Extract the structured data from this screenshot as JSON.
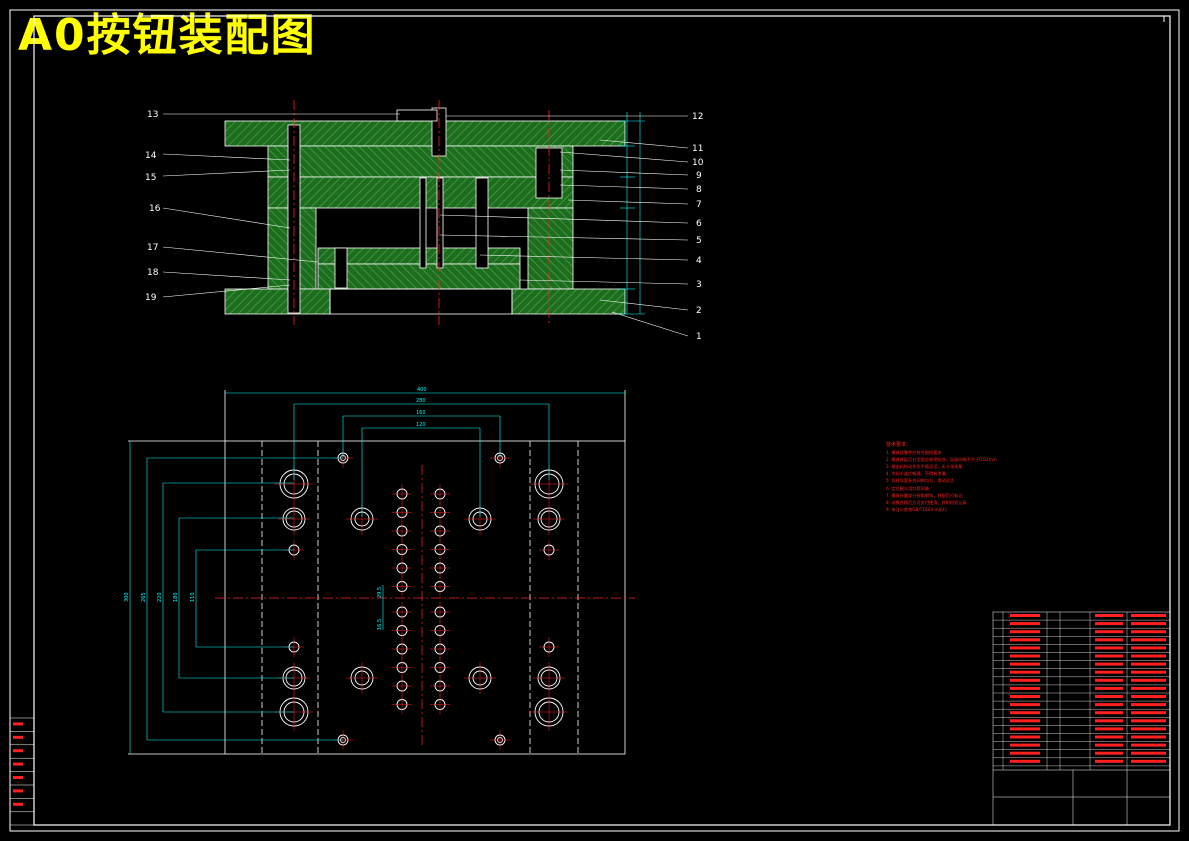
{
  "title": "A0按钮装配图",
  "part_numbers_left": [
    "13",
    "14",
    "15",
    "16",
    "17",
    "18",
    "19"
  ],
  "part_numbers_right": [
    "12",
    "11",
    "10",
    "9",
    "8",
    "7",
    "6",
    "5",
    "4",
    "3",
    "2",
    "1"
  ],
  "plan_dims_top": [
    "400",
    "280",
    "160",
    "120"
  ],
  "plan_dims_left": [
    "300",
    "265",
    "220",
    "180",
    "110"
  ],
  "plan_small_dims": [
    "29.5",
    "16.5"
  ],
  "tech_notes": {
    "heading": "技术要求：",
    "lines": [
      "1. 模具各零件应符合图纸要求",
      "2. 模具装配后分型面应紧密贴合，局部间隙不大于0.02mm",
      "3. 推出机构动作应平稳灵活，无卡滞现象",
      "4. 冷却水道应畅通，不得有渗漏",
      "5. 导柱导套配合间隙均匀，滑动灵活",
      "6. 定位圈与浇口套同轴",
      "7. 模具外露部分锐角倒钝，装配后打标记",
      "8. 试模合格后方可交付使用，并附检验记录",
      "9. 未注公差按GB/T1804-m执行"
    ]
  },
  "colors": {
    "background": "#000000",
    "title": "#ffff00",
    "outline": "#ffffff",
    "hatch": "#2a8a2a",
    "center_line": "#ff2020",
    "dimension": "#00ffff",
    "notes": "#ff2020",
    "leader": "#ffffff"
  }
}
